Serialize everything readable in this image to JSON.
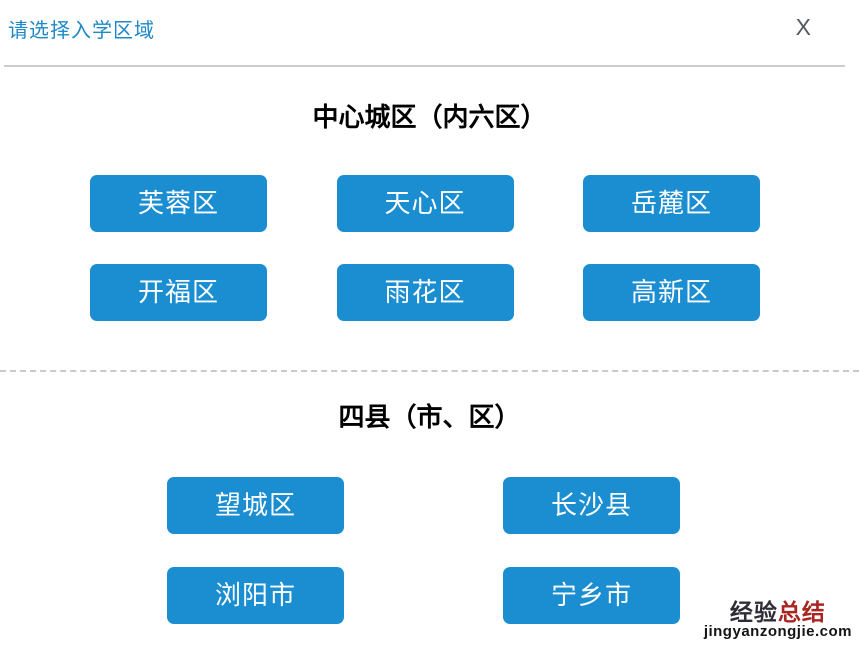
{
  "dialog": {
    "title": "请选择入学区域",
    "close_label": "X"
  },
  "sections": [
    {
      "heading": "中心城区（内六区）",
      "rows": [
        [
          "芙蓉区",
          "天心区",
          "岳麓区"
        ],
        [
          "开福区",
          "雨花区",
          "高新区"
        ]
      ]
    },
    {
      "heading": "四县（市、区）",
      "rows": [
        [
          "望城区",
          "长沙县"
        ],
        [
          "浏阳市",
          "宁乡市"
        ]
      ]
    }
  ],
  "watermark": {
    "brand_dark": "经验",
    "brand_red": "总结",
    "domain": "jingyanzongjie.com"
  },
  "colors": {
    "button_blue": "#1b8ed2",
    "title_blue": "#1e88c8",
    "divider_gray": "#cccccc",
    "close_gray": "#555a60",
    "watermark_red": "#a92521",
    "watermark_dark": "#2e2e36"
  }
}
